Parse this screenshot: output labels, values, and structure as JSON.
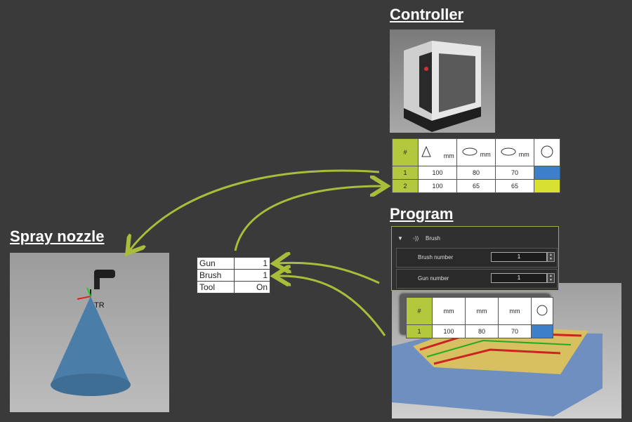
{
  "headings": {
    "controller": "Controller",
    "program": "Program",
    "spray_nozzle": "Spray nozzle"
  },
  "controller_table": {
    "unit": "mm",
    "rows": [
      {
        "index": "1",
        "v1": "100",
        "v2": "80",
        "v3": "70",
        "color": "#3d7fc9"
      },
      {
        "index": "2",
        "v1": "100",
        "v2": "65",
        "v3": "65",
        "color": "#d8e032"
      }
    ]
  },
  "program_panel": {
    "section_label": "Brush",
    "brush_number_label": "Brush number",
    "brush_number_value": "1",
    "gun_number_label": "Gun number",
    "gun_number_value": "1"
  },
  "program_table": {
    "unit": "mm",
    "rows": [
      {
        "index": "1",
        "v1": "100",
        "v2": "80",
        "v3": "70",
        "color": "#3d7fc9"
      }
    ]
  },
  "nozzle_label": "TR",
  "gbt_table": [
    {
      "label": "Gun",
      "value": "1"
    },
    {
      "label": "Brush",
      "value": "1"
    },
    {
      "label": "Tool",
      "value": "On"
    }
  ],
  "colors": {
    "background": "#3a3a3a",
    "arrow": "#a9bd3a",
    "cone": "#4a7ea8"
  }
}
